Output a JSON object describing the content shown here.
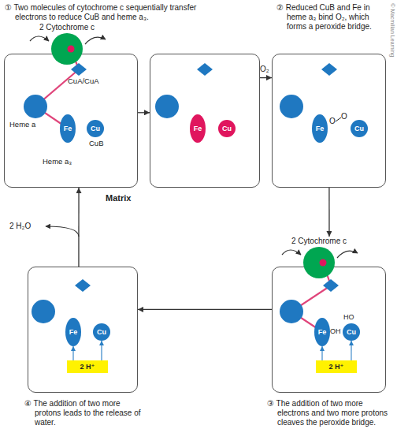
{
  "diagram": {
    "nodes": [
      {
        "text": [
          "① Two molecules of cytochrome c sequentially transfer electrons to reduce CuB and heme a₃."
        ]
      },
      {
        "text": [
          "Fe"
        ],
        "in": 0
      },
      {
        "text": [
          "Cu"
        ],
        "in": 0
      },
      {
        "text": [
          "2 Cytochrome c"
        ]
      },
      {
        "text": []
      },
      {
        "text": [
          "Fe"
        ],
        "in": 4
      },
      {
        "text": [
          "Cu"
        ],
        "in": 4
      },
      {
        "text": [
          "② Reduced CuB and Fe in heme a₃ bind O₂, which forms a peroxide bridge."
        ]
      },
      {
        "text": [
          "Fe"
        ],
        "in": 7
      },
      {
        "text": [
          "Cu"
        ],
        "in": 7
      },
      {
        "text": [
          "2 Cytochrome c"
        ]
      },
      {
        "text": [
          "③ The addition of two more electrons and two more protons cleaves the peroxide bridge."
        ]
      },
      {
        "text": [
          "Fe"
        ],
        "in": 11
      },
      {
        "text": [
          "Cu"
        ],
        "in": 11
      },
      {
        "text": [
          "2 H⁺"
        ],
        "in": 11
      },
      {
        "text": [
          "④ The addition of two more protons leads to the release of water."
        ]
      },
      {
        "text": [
          "Fe"
        ],
        "in": 15
      },
      {
        "text": [
          "Cu"
        ],
        "in": 15
      },
      {
        "text": [
          "2 H⁺"
        ],
        "in": 15
      }
    ],
    "edges": [
      {
        "from": 0,
        "to": 4,
        "arrow": "to"
      },
      {
        "from": 4,
        "to": 7,
        "label": "O₂",
        "arrow": "to"
      },
      {
        "from": 7,
        "to": 10,
        "arrow": "to"
      },
      {
        "from": 11,
        "to": 15,
        "arrow": "to"
      },
      {
        "from": 15,
        "to": 0,
        "arrow": "to"
      },
      {
        "from": 14,
        "to": 12,
        "arrow": "to"
      },
      {
        "from": 14,
        "to": 13,
        "arrow": "to"
      },
      {
        "from": 18,
        "to": 16,
        "arrow": "to"
      },
      {
        "from": 18,
        "to": 17,
        "arrow": "to"
      }
    ],
    "labels": [
      "CuA/CuA",
      "Heme a",
      "Heme a₃",
      "CuB",
      "Matrix",
      "2 H₂O",
      "O",
      "O",
      "HO",
      "OH",
      "© Macmillan Learning"
    ]
  }
}
